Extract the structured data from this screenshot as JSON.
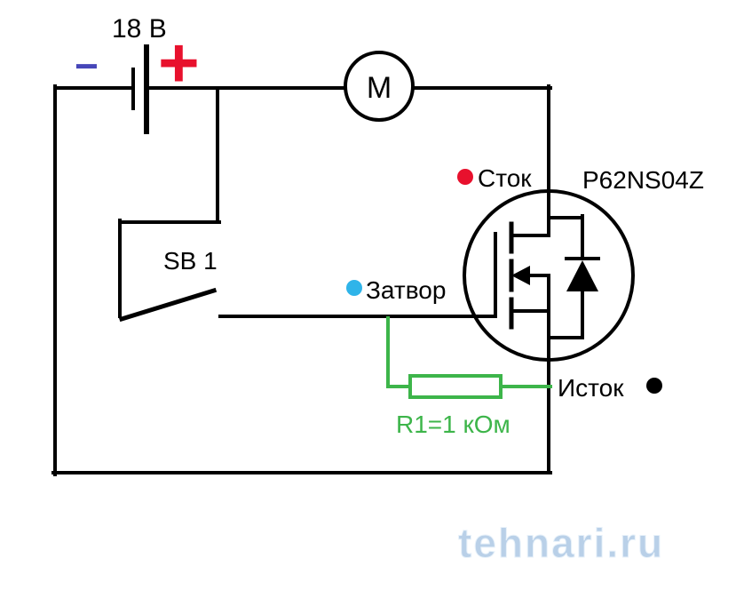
{
  "diagram": {
    "battery": {
      "voltage": "18 В",
      "minus": "−",
      "plus": "+"
    },
    "motor": {
      "label": "M"
    },
    "switch": {
      "label": "SB 1"
    },
    "transistor": {
      "part_number": "P62NS04Z",
      "drain_label": "Сток",
      "gate_label": "Затвор",
      "source_label": "Исток"
    },
    "resistor": {
      "label": "R1=1 кОм"
    },
    "watermark": "tehnari.ru",
    "colors": {
      "wire": "#000000",
      "plus_red": "#e8112d",
      "minus_blue": "#4646b8",
      "drain_dot_red": "#e8112d",
      "gate_dot_blue": "#2fb4e9",
      "source_dot_black": "#000000",
      "resistor_green": "#3db54a",
      "watermark_blue": "#b9d0e8"
    }
  }
}
